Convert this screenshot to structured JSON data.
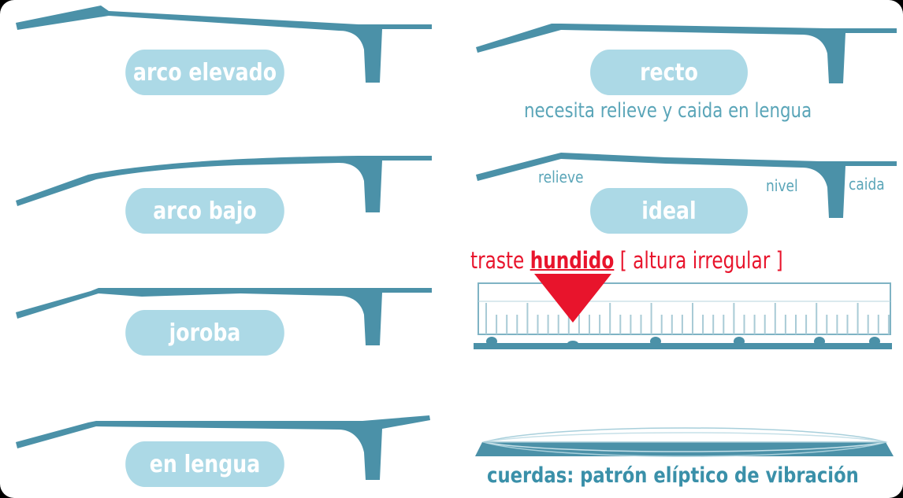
{
  "colors": {
    "neck": "#4b91a8",
    "pill": "#acd9e6",
    "pill_text": "#ffffff",
    "note_text": "#5aa5b8",
    "caption_text": "#3a90a9",
    "fret_red": "#e8142c"
  },
  "profiles": [
    {
      "label": "arco elevado"
    },
    {
      "label": "arco bajo"
    },
    {
      "label": "joroba"
    },
    {
      "label": "en lengua"
    },
    {
      "label": "recto",
      "note": "necesita relieve y caida en lengua"
    },
    {
      "label": "ideal",
      "parts": {
        "relieve": "relieve",
        "nivel": "nivel",
        "caida": "caida"
      }
    }
  ],
  "fret": {
    "prefix": "traste",
    "emphasis": "hundido",
    "suffix": "[ altura irregular ]"
  },
  "strings": {
    "caption": "cuerdas: patrón elíptico de vibración"
  }
}
